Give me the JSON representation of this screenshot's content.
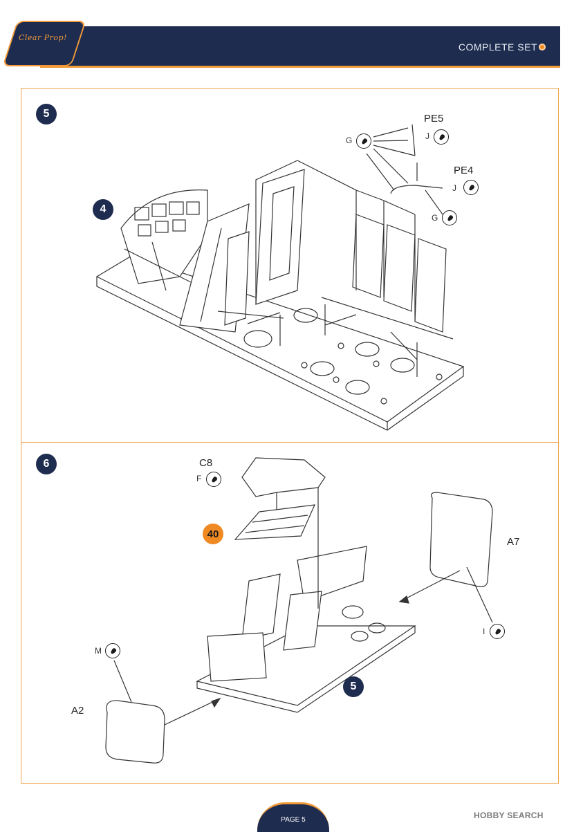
{
  "header": {
    "logo_text": "Clear Prop!",
    "title": "COMPLETE SET"
  },
  "step5": {
    "number": "5",
    "callout_subassembly": "4",
    "parts": {
      "pe5": "PE5",
      "pe4": "PE4"
    },
    "paint_codes": {
      "g_upper": "G",
      "j_upper": "J",
      "j_lower": "J",
      "g_lower": "G"
    }
  },
  "step6": {
    "number": "6",
    "callout_subassembly": "5",
    "reference_badge": "40",
    "parts": {
      "c8": "C8",
      "a7": "A7",
      "a2": "A2"
    },
    "paint_codes": {
      "f": "F",
      "i": "I",
      "m": "M"
    }
  },
  "footer": {
    "page_label": "PAGE 5",
    "watermark": "HOBBY SEARCH"
  }
}
